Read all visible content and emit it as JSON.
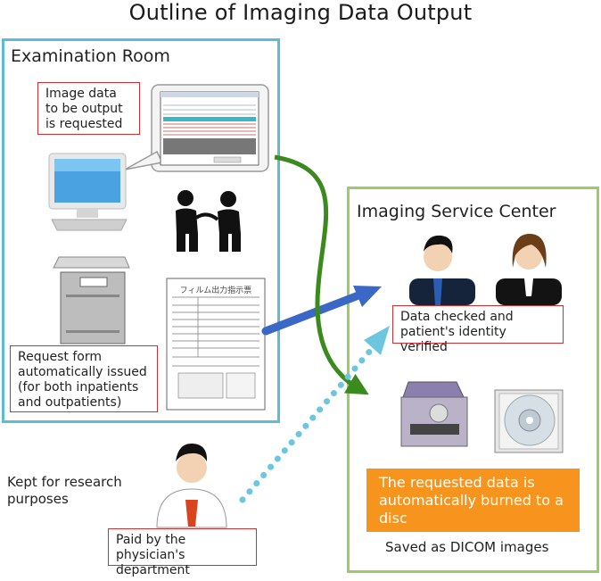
{
  "title": "Outline of Imaging Data Output",
  "examination_room": {
    "heading": "Examination Room",
    "note_output": "Image data to be output is requested",
    "note_request": "Request form automatically issued (for both inpatients and outpatients)",
    "form_heading": "フィルム出力指示票"
  },
  "imaging_service_center": {
    "heading": "Imaging Service Center",
    "note_verified": "Data checked and patient's identity verified",
    "burned": "The requested data is automatically burned to a disc",
    "saved": "Saved as DICOM images"
  },
  "research": {
    "label": "Kept for research purposes",
    "note_paid": "Paid by the physician's department"
  },
  "colors": {
    "exam_border": "#5bbcd6",
    "isc_border": "#9ccc65",
    "note_border": "#c83232",
    "orange": "#f7941d",
    "arrow_blue": "#3b68c7",
    "arrow_green": "#3a8a1e",
    "arrow_dotted": "#6cc6df"
  }
}
